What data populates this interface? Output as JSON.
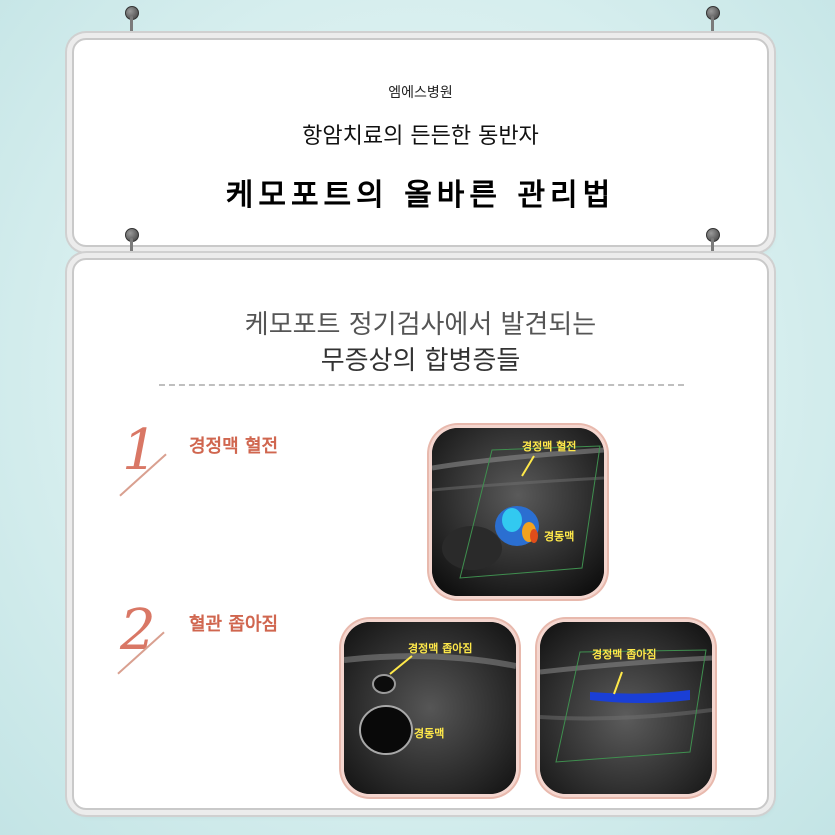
{
  "header": {
    "hospital": "엠에스병원",
    "subtitle": "항암치료의 든든한 동반자",
    "title": "케모포트의 올바른 관리법"
  },
  "section": {
    "line1": "케모포트 정기검사에서 발견되는",
    "line2": "무증상의 합병증들"
  },
  "items": [
    {
      "number": "1",
      "label": "경정맥 혈전"
    },
    {
      "number": "2",
      "label": "혈관 좁아짐"
    }
  ],
  "images": {
    "thrombus": {
      "label_top": "경정맥 혈전",
      "label_artery": "경동맥"
    },
    "narrow_a": {
      "label_top": "경정맥 좁아짐",
      "label_artery": "경동맥"
    },
    "narrow_b": {
      "label_top": "경정맥 좁아짐"
    }
  },
  "colors": {
    "accent": "#d97765",
    "label_yellow": "#ffe94a",
    "background": "#d6eeee"
  }
}
